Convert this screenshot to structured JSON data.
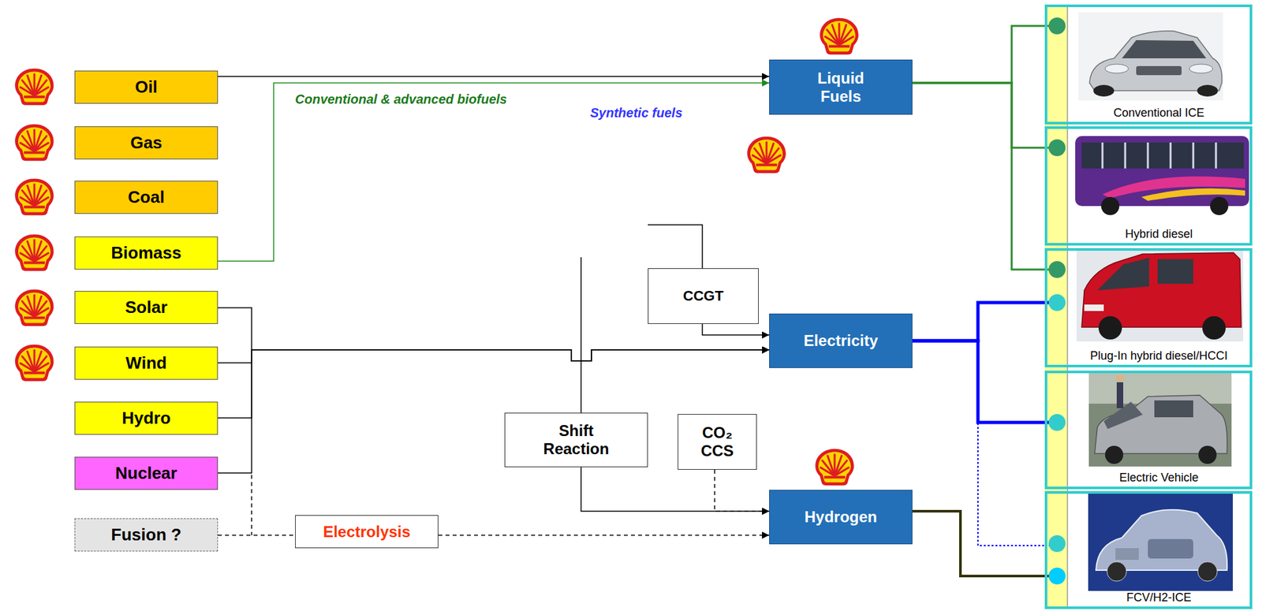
{
  "diagram": {
    "nodes": [
      {
        "text": [
          "Oil"
        ]
      },
      {
        "text": [
          "Gas"
        ]
      },
      {
        "text": [
          "Coal"
        ]
      },
      {
        "text": [
          "Biomass"
        ]
      },
      {
        "text": [
          "Solar"
        ]
      },
      {
        "text": [
          "Wind"
        ]
      },
      {
        "text": [
          "Hydro"
        ]
      },
      {
        "text": [
          "Nuclear"
        ]
      },
      {
        "text": [
          "Fusion ?"
        ]
      },
      {
        "text": [
          "Liquid Fuels"
        ]
      },
      {
        "text": [
          "CCGT"
        ]
      },
      {
        "text": [
          "Electricity"
        ]
      },
      {
        "text": [
          "Shift Reaction"
        ]
      },
      {
        "text": [
          "CO₂ CCS"
        ]
      },
      {
        "text": [
          "Electrolysis"
        ]
      },
      {
        "text": [
          "Hydrogen"
        ]
      },
      {
        "text": [
          "Conventional ICE"
        ]
      },
      {
        "text": [
          "Hybrid diesel"
        ]
      },
      {
        "text": [
          "Plug-In hybrid diesel/HCCI"
        ]
      },
      {
        "text": [
          "Electric Vehicle"
        ]
      },
      {
        "text": [
          "FCV/H2-ICE"
        ]
      }
    ],
    "edges": [
      {
        "from": 0,
        "to": 9,
        "arrow": "to"
      },
      {
        "from": 3,
        "to": 9,
        "label": "Conventional & advanced biofuels",
        "arrow": "to"
      },
      {
        "from": 4,
        "to": 11,
        "arrow": "to"
      },
      {
        "from": 5,
        "to": 11,
        "arrow": "to"
      },
      {
        "from": 6,
        "to": 11,
        "arrow": "to"
      },
      {
        "from": 7,
        "to": 11,
        "arrow": "to"
      },
      {
        "from": 10,
        "to": 11,
        "arrow": "to"
      },
      {
        "from": 12,
        "to": 15,
        "arrow": "to"
      },
      {
        "from": 13,
        "to": 15,
        "arrow": "to"
      },
      {
        "from": 8,
        "to": 14,
        "arrow": "none"
      },
      {
        "from": 14,
        "to": 15,
        "arrow": "to"
      },
      {
        "from": 9,
        "to": 16,
        "arrow": "none"
      },
      {
        "from": 9,
        "to": 17,
        "arrow": "none"
      },
      {
        "from": 9,
        "to": 18,
        "arrow": "none"
      },
      {
        "from": 11,
        "to": 18,
        "arrow": "none"
      },
      {
        "from": 11,
        "to": 19,
        "arrow": "none"
      },
      {
        "from": 11,
        "to": 20,
        "arrow": "none"
      },
      {
        "from": 15,
        "to": 20,
        "arrow": "none"
      }
    ],
    "labels": [
      "Synthetic fuels"
    ]
  }
}
